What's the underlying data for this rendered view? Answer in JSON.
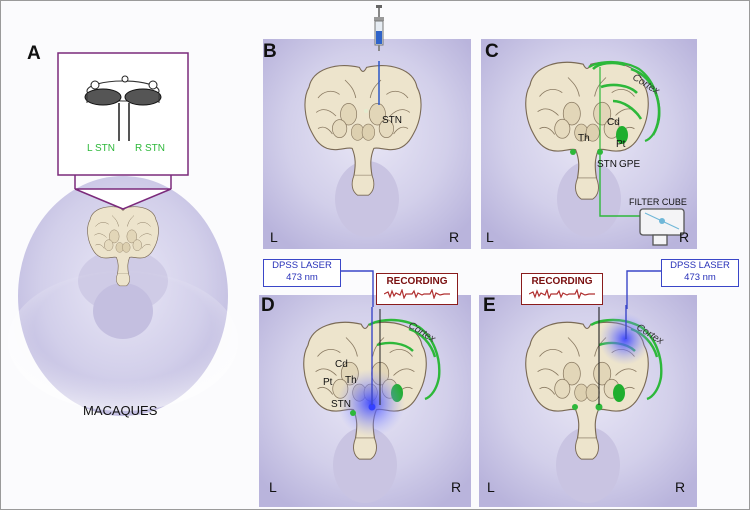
{
  "panels": {
    "a": {
      "letter": "A",
      "left_label": "L STN",
      "right_label": "R STN",
      "caption": "MACAQUES"
    },
    "b": {
      "letter": "B",
      "left": "L",
      "right": "R",
      "target": "STN"
    },
    "c": {
      "letter": "C",
      "left": "L",
      "right": "R",
      "cortex": "Cortex",
      "labels": {
        "cd": "Cd",
        "th": "Th",
        "pt": "Pt",
        "stn": "STN",
        "gpe": "GPE"
      },
      "filter": "FILTER CUBE"
    },
    "d": {
      "letter": "D",
      "left": "L",
      "right": "R",
      "cortex": "Cortex",
      "laser_line1": "DPSS LASER",
      "laser_line2": "473 nm",
      "recording": "RECORDING",
      "labels": {
        "cd": "Cd",
        "pt": "Pt",
        "th": "Th",
        "stn": "STN"
      }
    },
    "e": {
      "letter": "E",
      "left": "L",
      "right": "R",
      "cortex": "Cortex",
      "laser_line1": "DPSS LASER",
      "laser_line2": "473 nm",
      "recording": "RECORDING"
    }
  },
  "colors": {
    "opsin_green": "#2db83a",
    "laser_blue": "#3a46c8",
    "recording_red": "#8a1c1c",
    "brain": "#ede4cc"
  }
}
